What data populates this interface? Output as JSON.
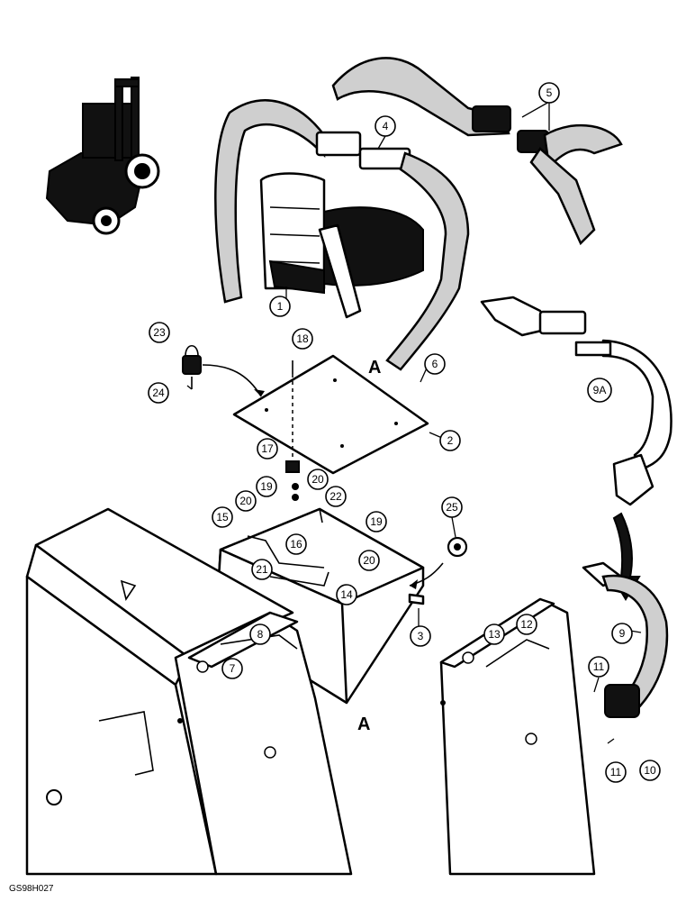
{
  "figure": {
    "drawing_code": "GS98H027",
    "reference_letters": [
      "A",
      "A"
    ],
    "callouts": [
      {
        "id": "c1",
        "label": "1"
      },
      {
        "id": "c2",
        "label": "2"
      },
      {
        "id": "c3",
        "label": "3"
      },
      {
        "id": "c4",
        "label": "4"
      },
      {
        "id": "c5",
        "label": "5"
      },
      {
        "id": "c6",
        "label": "6"
      },
      {
        "id": "c7",
        "label": "7"
      },
      {
        "id": "c8",
        "label": "8"
      },
      {
        "id": "c9",
        "label": "9"
      },
      {
        "id": "c9a",
        "label": "9A"
      },
      {
        "id": "c10",
        "label": "10"
      },
      {
        "id": "c11a",
        "label": "11"
      },
      {
        "id": "c11b",
        "label": "11"
      },
      {
        "id": "c12",
        "label": "12"
      },
      {
        "id": "c13",
        "label": "13"
      },
      {
        "id": "c14",
        "label": "14"
      },
      {
        "id": "c15",
        "label": "15"
      },
      {
        "id": "c16",
        "label": "16"
      },
      {
        "id": "c17",
        "label": "17"
      },
      {
        "id": "c18",
        "label": "18"
      },
      {
        "id": "c19a",
        "label": "19"
      },
      {
        "id": "c19b",
        "label": "19"
      },
      {
        "id": "c20a",
        "label": "20"
      },
      {
        "id": "c20b",
        "label": "20"
      },
      {
        "id": "c20c",
        "label": "20"
      },
      {
        "id": "c21",
        "label": "21"
      },
      {
        "id": "c22",
        "label": "22"
      },
      {
        "id": "c23",
        "label": "23"
      },
      {
        "id": "c24",
        "label": "24"
      },
      {
        "id": "c25",
        "label": "25"
      }
    ]
  }
}
